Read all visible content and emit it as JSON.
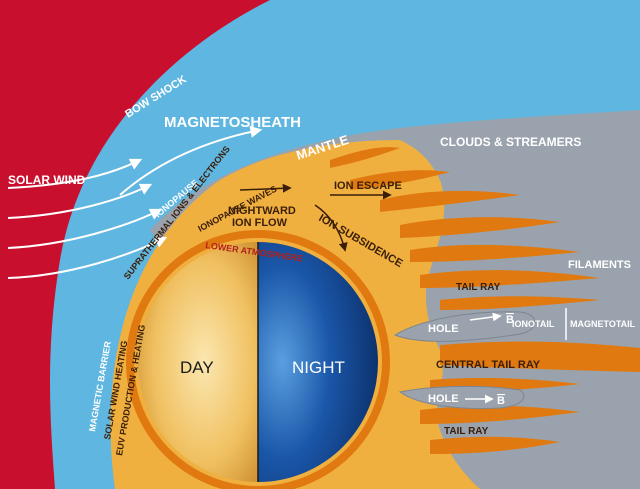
{
  "colors": {
    "solar_wind_region": "#c8102e",
    "magnetosheath": "#5fb6e0",
    "ionosphere": "#f0b040",
    "tail_gray": "#9aa3ad",
    "day_side": "#f4c870",
    "night_side": "#0e3f86"
  },
  "labels": {
    "bow_shock": "BOW SHOCK",
    "magnetosheath": "MAGNETOSHEATH",
    "solar_wind": "SOLAR WIND",
    "mantle": "MANTLE",
    "clouds_streamers": "CLOUDS & STREAMERS",
    "ionopause": "IONOPAUSE",
    "suprathermal": "SUPRATHERMAL IONS & ELECTRONS",
    "ionopause_waves": "IONOPAUSE WAVES",
    "nightward_line1": "NIGHTWARD",
    "nightward_line2": "ION FLOW",
    "ion_escape": "ION ESCAPE",
    "ion_subsidence": "ION SUBSIDENCE",
    "lower_atmosphere": "LOWER ATMOSPHERE",
    "filaments": "FILAMENTS",
    "tail_ray_upper": "TAIL RAY",
    "hole_upper": "HOLE",
    "b_upper": "B",
    "ionotail": "IONOTAIL",
    "magnetotail": "MAGNETOTAIL",
    "central_tail_ray": "CENTRAL TAIL RAY",
    "hole_lower": "HOLE",
    "b_lower": "B",
    "tail_ray_lower": "TAIL RAY",
    "magnetic_barrier": "MAGNETIC BARRIER",
    "solar_wind_heating": "SOLAR WIND HEATING",
    "euv_production": "EUV PRODUCTION & HEATING",
    "day": "DAY",
    "night": "NIGHT"
  }
}
